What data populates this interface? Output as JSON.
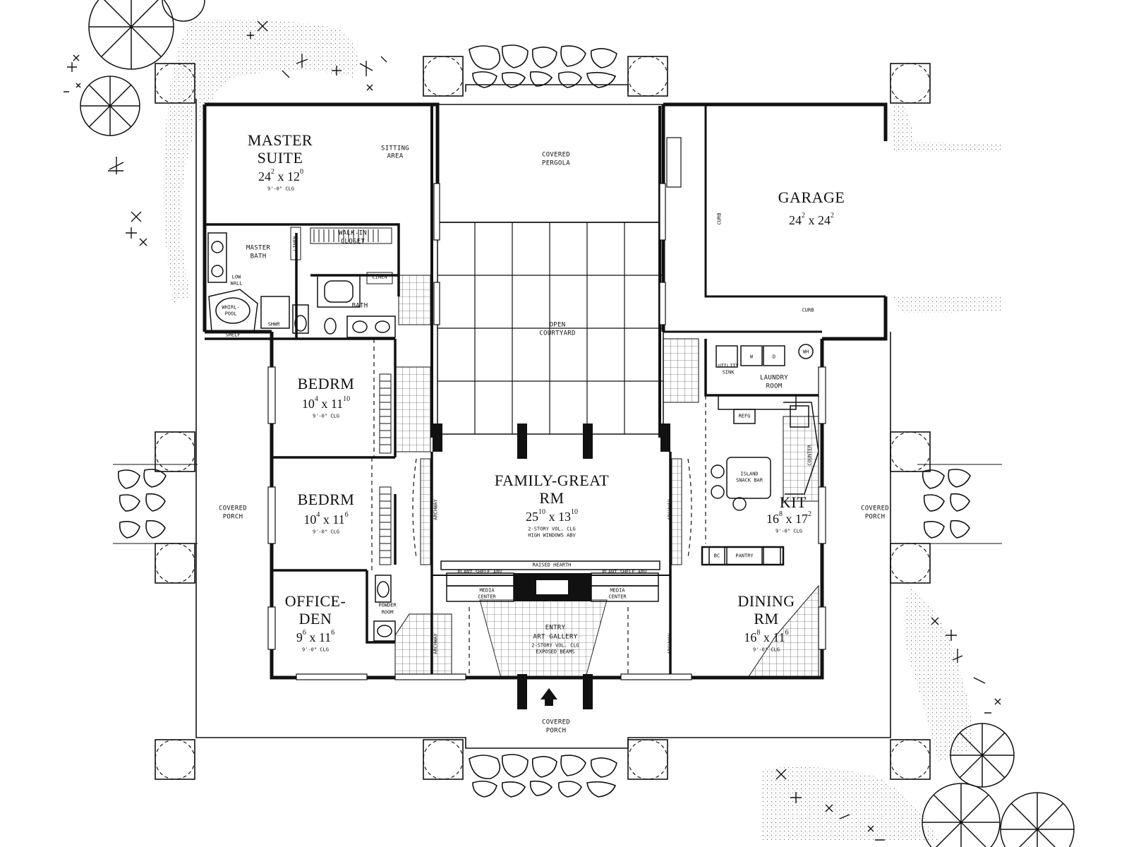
{
  "rooms": {
    "master_suite": {
      "name_line1": "MASTER",
      "name_line2": "SUITE",
      "dim_a": "24",
      "dim_a_sup": "2",
      "dim_b": "12",
      "dim_b_sup": "0",
      "note": "9'-0\" CLG"
    },
    "sitting_area": {
      "line1": "SITTING",
      "line2": "AREA"
    },
    "covered_pergola": {
      "line1": "COVERED",
      "line2": "PERGOLA"
    },
    "garage": {
      "name": "GARAGE",
      "dim_a": "24",
      "dim_a_sup": "2",
      "dim_b": "24",
      "dim_b_sup": "2"
    },
    "curb_left": "CURB",
    "curb_bottom": "CURB",
    "walk_in_closet": {
      "line1": "WALK-IN",
      "line2": "CLOSET"
    },
    "master_bath": {
      "line1": "MASTER",
      "line2": "BATH"
    },
    "linen_1": "LINEN",
    "linen_2": "LINEN",
    "low_wall": {
      "line1": "LOW",
      "line2": "WALL"
    },
    "whirlpool": {
      "line1": "WHIRL-",
      "line2": "POOL"
    },
    "shower": "SHWR",
    "shelf": "SHELF",
    "bath": "BATH",
    "open_courtyard": {
      "line1": "OPEN",
      "line2": "COURTYARD"
    },
    "bedrm_1": {
      "name": "BEDRM",
      "dim_a": "10",
      "dim_a_sup": "4",
      "dim_b": "11",
      "dim_b_sup": "10",
      "note": "9'-0\" CLG"
    },
    "bedrm_2": {
      "name": "BEDRM",
      "dim_a": "10",
      "dim_a_sup": "4",
      "dim_b": "11",
      "dim_b_sup": "6",
      "note": "9'-0\" CLG"
    },
    "office_den": {
      "line1": "OFFICE-",
      "line2": "DEN",
      "dim_a": "9",
      "dim_a_sup": "6",
      "dim_b": "11",
      "dim_b_sup": "6",
      "note": "9'-0\" CLG"
    },
    "powder_room": {
      "line1": "POWDER",
      "line2": "ROOM"
    },
    "family_great_rm": {
      "line1": "FAMILY-GREAT",
      "line2": "RM",
      "dim_a": "25",
      "dim_a_sup": "10",
      "dim_b": "13",
      "dim_b_sup": "10",
      "note1": "2-STORY VOL. CLG",
      "note2": "HIGH WINDOWS ABV"
    },
    "raised_hearth": "RAISED HEARTH",
    "plant_shelf_left": "PLANT SHELF ABV",
    "plant_shelf_right": "PLANT SHELF ABV",
    "media_center_left": {
      "line1": "MEDIA",
      "line2": "CENTER"
    },
    "media_center_right": {
      "line1": "MEDIA",
      "line2": "CENTER"
    },
    "entry": {
      "line1": "ENTRY",
      "line2": "ART GALLERY",
      "note1": "2-STORY VOL. CLG",
      "note2": "EXPOSED BEAMS"
    },
    "utility_sink": {
      "line1": "UTILITY",
      "line2": "SINK"
    },
    "washer": "W",
    "dryer": "D",
    "wh": "WH",
    "laundry_room": {
      "line1": "LAUNDRY",
      "line2": "ROOM"
    },
    "refrig": "REFG",
    "island": {
      "line1": "ISLAND",
      "line2": "SNACK BAR"
    },
    "kit": {
      "name": "KIT",
      "dim_a": "16",
      "dim_a_sup": "8",
      "dim_b": "17",
      "dim_b_sup": "2",
      "note": "9'-0\" CLG"
    },
    "bc": "BC",
    "pantry": "PANTRY",
    "dining_rm": {
      "line1": "DINING",
      "line2": "RM",
      "dim_a": "16",
      "dim_a_sup": "8",
      "dim_b": "11",
      "dim_b_sup": "6",
      "note": "9'-0\" CLG"
    },
    "covered_porch_left": {
      "line1": "COVERED",
      "line2": "PORCH"
    },
    "covered_porch_right": {
      "line1": "COVERED",
      "line2": "PORCH"
    },
    "covered_porch_front": {
      "line1": "COVERED",
      "line2": "PORCH"
    },
    "archway": "ARCHWAY",
    "countertop": "COUNTER"
  }
}
